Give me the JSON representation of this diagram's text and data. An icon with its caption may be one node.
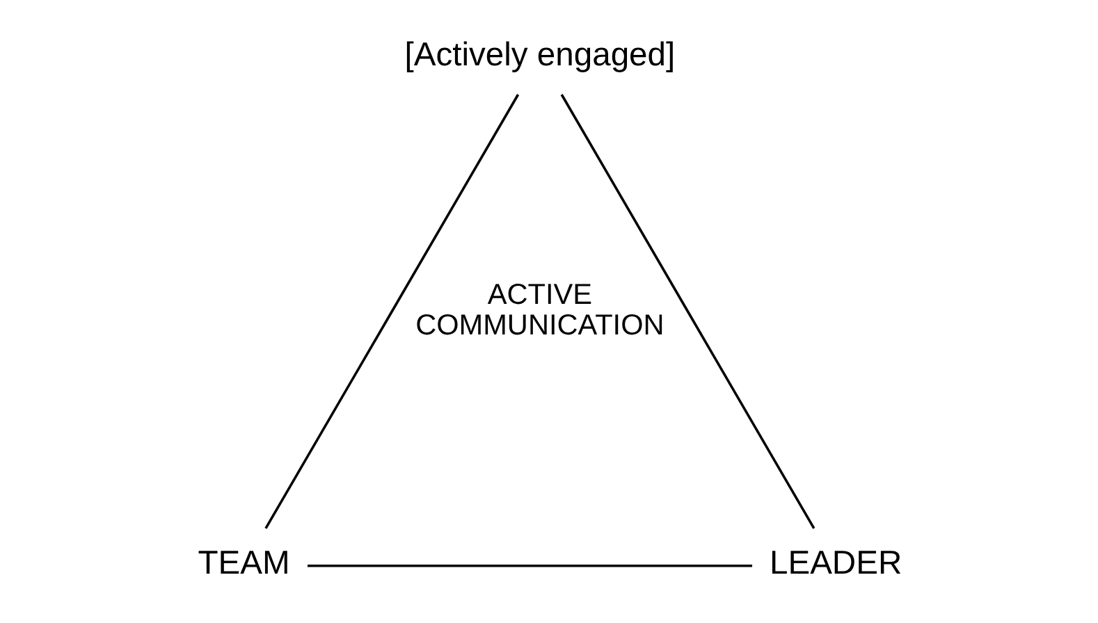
{
  "diagram": {
    "nodes": [
      {
        "text": [
          "[Actively engaged]"
        ]
      },
      {
        "text": [
          "TEAM"
        ]
      },
      {
        "text": [
          "LEADER"
        ]
      }
    ],
    "edges": [
      {
        "from": 0,
        "to": 1,
        "arrow": "none"
      },
      {
        "from": 0,
        "to": 2,
        "arrow": "none"
      },
      {
        "from": 1,
        "to": 2,
        "arrow": "none"
      }
    ],
    "labels": [
      "ACTIVE COMMUNICATION"
    ]
  }
}
